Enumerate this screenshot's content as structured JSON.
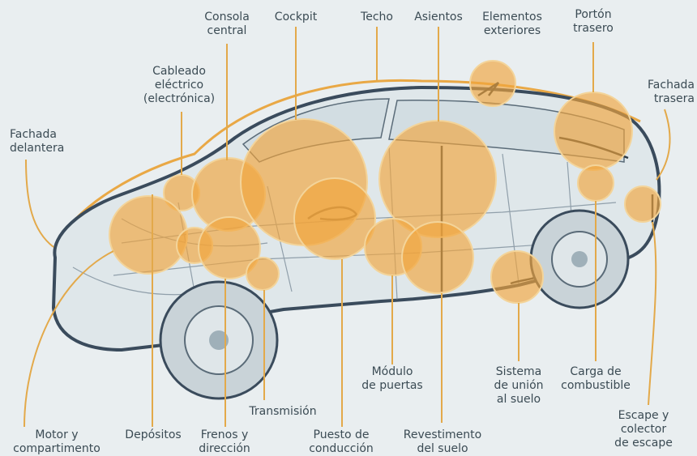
{
  "colors": {
    "background": "#e9eef0",
    "car_outline": "#3a4b5c",
    "car_body_fill": "#dfe7ea",
    "bubble_fill": "#f1a53c",
    "leader_line": "#e3a94a",
    "label_text": "#3b4b54"
  },
  "labels": {
    "consola_central": [
      "Consola",
      "central"
    ],
    "cockpit": [
      "Cockpit"
    ],
    "techo": [
      "Techo"
    ],
    "asientos": [
      "Asientos"
    ],
    "elementos_exteriores": [
      "Elementos",
      "exteriores"
    ],
    "porton_trasero": [
      "Portón",
      "trasero"
    ],
    "fachada_trasera": [
      "Fachada",
      "trasera"
    ],
    "cableado_electrico": [
      "Cableado",
      "eléctrico",
      "(electrónica)"
    ],
    "fachada_delantera": [
      "Fachada",
      "delantera"
    ],
    "modulo_puertas": [
      "Módulo",
      "de puertas"
    ],
    "sistema_union": [
      "Sistema",
      "de unión",
      "al suelo"
    ],
    "carga_combustible": [
      "Carga de",
      "combustible"
    ],
    "transmision": [
      "Transmisión"
    ],
    "escape_colector": [
      "Escape y",
      "colector",
      "de escape"
    ],
    "motor_compartimento": [
      "Motor y",
      "compartimento"
    ],
    "depositos": [
      "Depósitos"
    ],
    "frenos_direccion": [
      "Frenos y",
      "dirección"
    ],
    "puesto_conduccion": [
      "Puesto de",
      "conducción"
    ],
    "revestimento_suelo": [
      "Revestimento",
      "del suelo"
    ]
  }
}
